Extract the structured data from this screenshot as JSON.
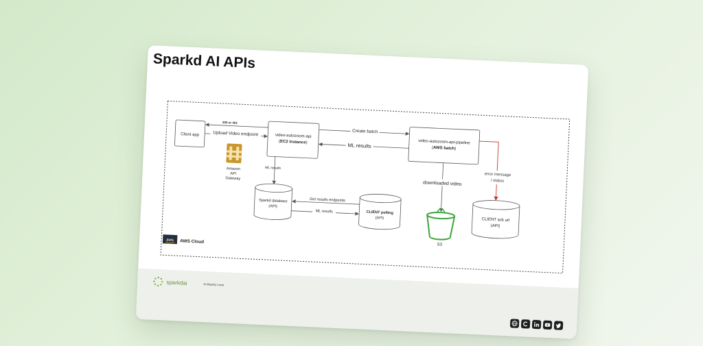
{
  "page": {
    "title": "Sparkd AI APIs"
  },
  "diagram": {
    "nodes": {
      "client_app": "Client app",
      "ec2_line1": "video-autozoom-api",
      "ec2_line2": "EC2 instance",
      "pipeline_line1": "video-autozoom-api-pipeline",
      "pipeline_line2": "AWS batch",
      "gateway_line1": "Amazon",
      "gateway_line2": "API",
      "gateway_line3": "Gateway",
      "db_line1": "Sparkd database",
      "db_line2": "(API)",
      "polling_line1": "CLIENT polling",
      "polling_line2": "(API)",
      "s3": "S3",
      "ack_line1": "CLIENT ack url",
      "ack_line2": "(API)",
      "aws_cloud": "AWS Cloud",
      "aws_logo": "aws"
    },
    "edges": {
      "status_codes": "200 or 401",
      "upload_video": "Upload Video endpoint",
      "create_batch": "Create batch",
      "ml_results_main": "ML results",
      "ml_results_db": "ML results",
      "get_results": "Get results endpoints",
      "ml_results_bottom": "ML results",
      "downloaded_video": "downloaded video",
      "error_line1": "error message",
      "error_line2": "/ status"
    },
    "colors": {
      "line": "#555555",
      "error_arrow": "#c0392b",
      "gateway_icon": "#c8962a",
      "s3_icon": "#3aa53a"
    }
  },
  "footer": {
    "brand": "sparkdai",
    "footnote": "AI Maturity Level",
    "socials": [
      "globe-icon",
      "letter-c-icon",
      "linkedin-icon",
      "youtube-icon",
      "twitter-icon"
    ]
  }
}
